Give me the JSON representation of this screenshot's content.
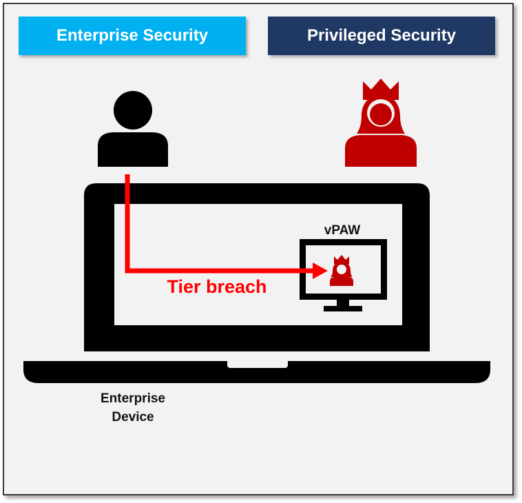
{
  "banners": {
    "enterprise_security": "Enterprise Security",
    "privileged_security": "Privileged Security"
  },
  "labels": {
    "vpaw": "vPAW",
    "tier_breach": "Tier breach",
    "enterprise_device_line1": "Enterprise",
    "enterprise_device_line2": "Device"
  },
  "icons": {
    "user": "user-icon",
    "admin": "crowned-admin-icon",
    "laptop": "laptop-icon",
    "monitor": "monitor-icon",
    "vpaw_admin": "crowned-admin-icon"
  },
  "colors": {
    "enterprise_banner": "#00b0f0",
    "privileged_banner": "#1f3864",
    "admin_red": "#c00000",
    "breach_red": "#ff0000",
    "black": "#000000",
    "background": "#f2f2f2"
  }
}
